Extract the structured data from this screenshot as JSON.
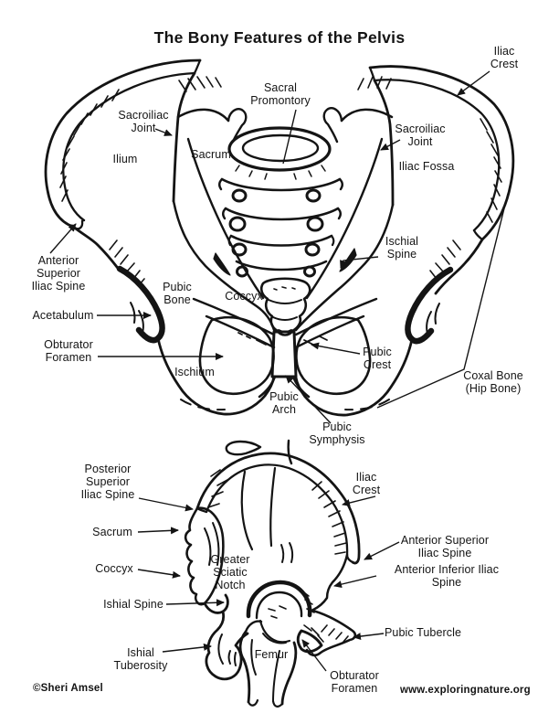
{
  "title": "The Bony Features of the Pelvis",
  "footer": {
    "copyright": "©Sheri Amsel",
    "website": "www.exploringnature.org"
  },
  "colors": {
    "ink": "#141414",
    "paper": "#ffffff"
  },
  "upper_diagram": {
    "labels": {
      "iliac_crest": "Iliac\nCrest",
      "sacral_promontory": "Sacral\nPromontory",
      "sacroiliac_joint_left": "Sacroiliac\nJoint",
      "sacroiliac_joint_right": "Sacroiliac\nJoint",
      "sacrum": "Sacrum",
      "ilium": "Ilium",
      "iliac_fossa": "Iliac Fossa",
      "ischial_spine": "Ischial\nSpine",
      "anterior_superior_iliac_spine": "Anterior\nSuperior\nIliac Spine",
      "pubic_bone": "Pubic\nBone",
      "coccyx": "Coccyx",
      "acetabulum": "Acetabulum",
      "obturator_foramen": "Obturator\nForamen",
      "ischium": "Ischium",
      "pubic_crest": "Pubic\nCrest",
      "coxal_bone": "Coxal Bone\n(Hip Bone)",
      "pubic_arch": "Pubic\nArch",
      "pubic_symphysis": "Pubic\nSymphysis"
    }
  },
  "lower_diagram": {
    "labels": {
      "posterior_superior_iliac_spine": "Posterior\nSuperior\nIliac Spine",
      "iliac_crest": "Iliac\nCrest",
      "sacrum": "Sacrum",
      "anterior_superior_iliac_spine": "Anterior Superior\nIliac Spine",
      "coccyx": "Coccyx",
      "greater_sciatic_notch": "Greater\nSciatic\nNotch",
      "anterior_inferior_iliac_spine": "Anterior Inferior Iliac Spine",
      "ishial_spine": "Ishial Spine",
      "pubic_tubercle": "Pubic Tubercle",
      "ishial_tuberosity": "Ishial\nTuberosity",
      "femur": "Femur",
      "obturator_foramen": "Obturator\nForamen"
    }
  }
}
